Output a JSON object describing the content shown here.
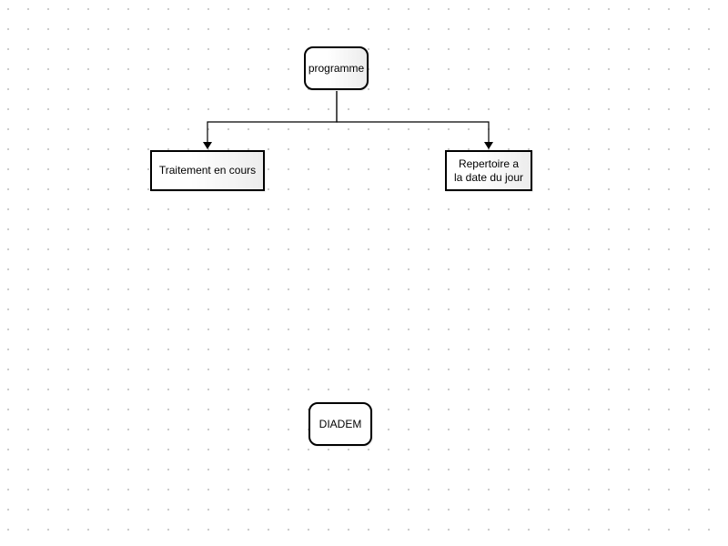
{
  "diagram": {
    "nodes": {
      "programme": {
        "label": "programme"
      },
      "traitement": {
        "label": "Traitement en cours"
      },
      "repertoire": {
        "label": "Repertoire a\nla date du jour"
      },
      "diadem": {
        "label": "DIADEM"
      }
    },
    "edges": [
      {
        "from": "programme",
        "to": "traitement"
      },
      {
        "from": "programme",
        "to": "repertoire"
      }
    ]
  }
}
